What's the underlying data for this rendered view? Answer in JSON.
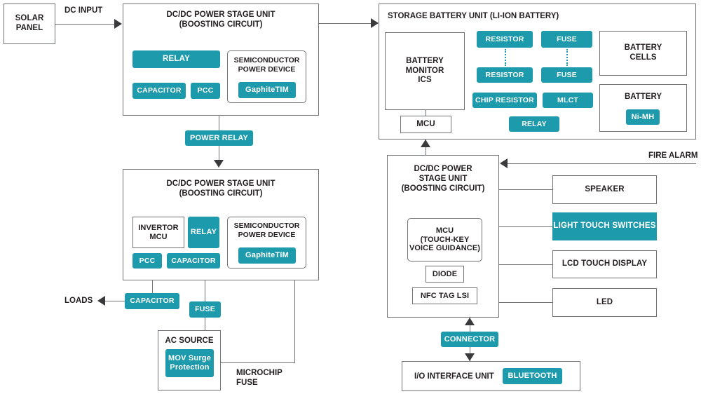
{
  "diagram": {
    "title": "Solar power storage and control system block diagram",
    "accent_color": "#1d9aab",
    "line_color": "#6f7375",
    "text_color": "#231f20"
  },
  "left_column": {
    "solar_panel": "SOLAR\nPANEL",
    "dc_input_label": "DC INPUT",
    "stage1": {
      "title": "DC/DC POWER STAGE UNIT\n(BOOSTING CIRCUIT)",
      "relay": "RELAY",
      "capacitor": "CAPACITOR",
      "pcc": "PCC",
      "semiconductor": "SEMICONDUCTOR\nPOWER DEVICE",
      "graphitetim": "GaphiteTIM"
    },
    "power_relay": "POWER RELAY",
    "stage2": {
      "title": "DC/DC POWER STAGE UNIT\n(BOOSTING CIRCUIT)",
      "invertor_mcu": "INVERTOR\nMCU",
      "relay": "RELAY",
      "pcc": "PCC",
      "capacitor": "CAPACITOR",
      "semiconductor": "SEMICONDUCTOR\nPOWER DEVICE",
      "graphitetim": "GaphiteTIM"
    },
    "loads_label": "LOADS",
    "out_capacitor": "CAPACITOR",
    "fuse": "FUSE",
    "ac_source": {
      "title": "AC SOURCE",
      "mov": "MOV Surge\nProtection"
    },
    "microchip_fuse_label": "MICROCHIP\nFUSE"
  },
  "right_column": {
    "storage": {
      "title": "STORAGE BATTERY UNIT (LI-ION BATTERY)",
      "battery_monitor_ics": "BATTERY\nMONITOR\nICS",
      "mcu": "MCU",
      "resistor_top": "RESISTOR",
      "resistor_bottom": "RESISTOR",
      "fuse_top": "FUSE",
      "fuse_bottom": "FUSE",
      "chip_resistor": "CHIP RESISTOR",
      "mlct": "MLCT",
      "relay": "RELAY",
      "battery_cells": "BATTERY\nCELLS",
      "battery": "BATTERY",
      "nimh": "Ni-MH"
    },
    "fire_alarm_label": "FIRE ALARM",
    "stage3": {
      "title": "DC/DC POWER\nSTAGE UNIT\n(BOOSTING CIRCUIT)",
      "mcu": "MCU\n(TOUCH-KEY\nVOICE GUIDANCE)",
      "diode": "DIODE",
      "nfc_tag_lsi": "NFC TAG LSI"
    },
    "peripherals": [
      {
        "label": "SPEAKER",
        "highlight": false
      },
      {
        "label": "LIGHT TOUCH SWITCHES",
        "highlight": true
      },
      {
        "label": "LCD TOUCH DISPLAY",
        "highlight": false
      },
      {
        "label": "LED",
        "highlight": false
      }
    ],
    "connector": "CONNECTOR",
    "io_unit": {
      "title": "I/O INTERFACE UNIT",
      "bluetooth": "BLUETOOTH"
    }
  }
}
